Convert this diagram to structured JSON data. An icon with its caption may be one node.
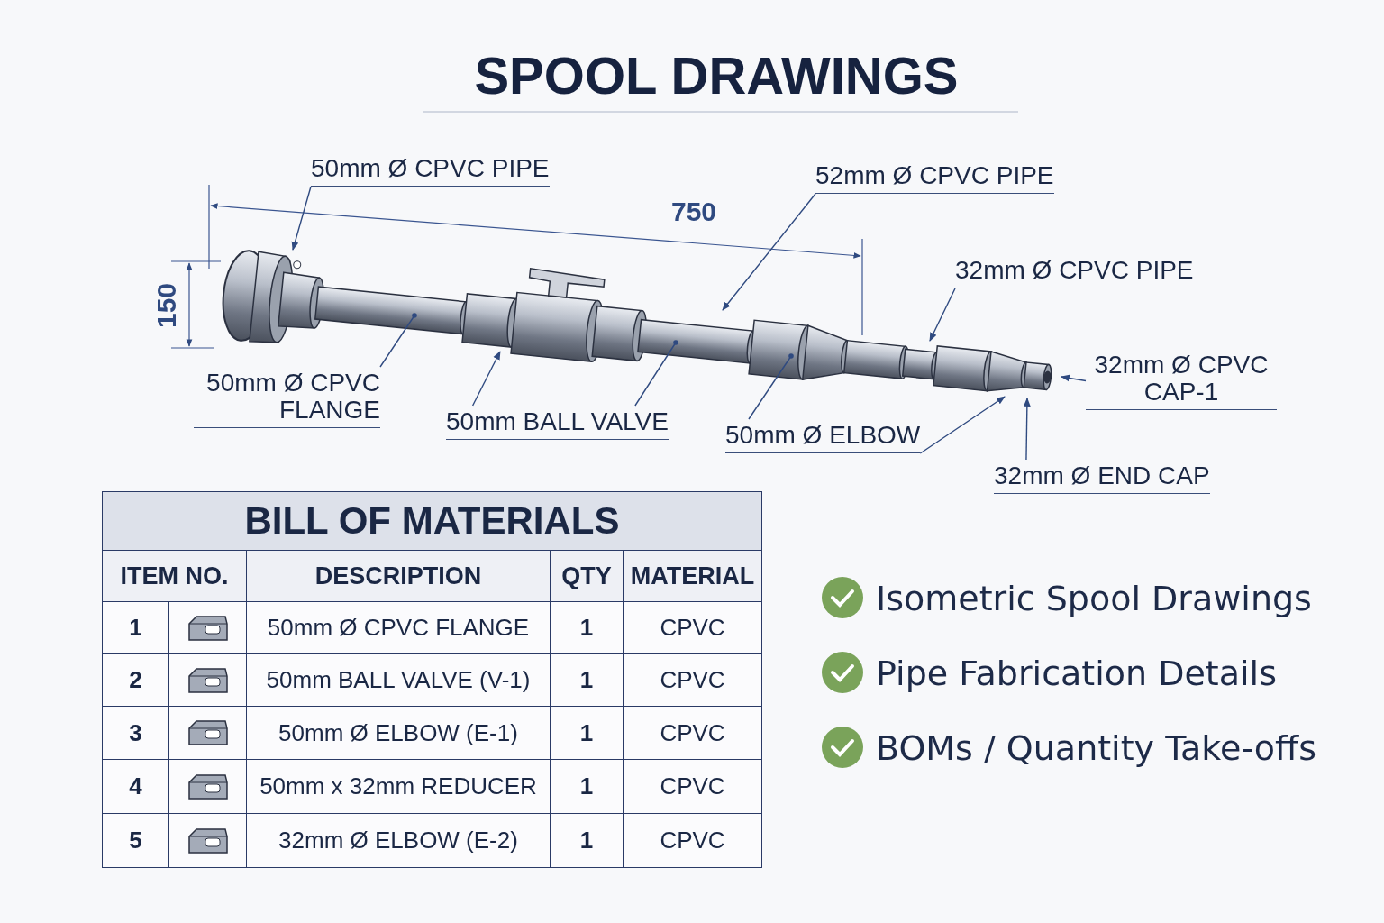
{
  "diagram": {
    "title": "SPOOL DRAWINGS",
    "nodes": [
      {
        "text": [
          "50mm Ø CPVC PIPE"
        ]
      },
      {
        "text": [
          "52mm Ø CPVC PIPE"
        ]
      },
      {
        "text": [
          "32mm Ø CPVC PIPE"
        ]
      },
      {
        "text": [
          "32mm Ø CPVC CAP-1"
        ]
      },
      {
        "text": [
          "50mm Ø CPVC FLANGE"
        ]
      },
      {
        "text": [
          "50mm BALL VALVE"
        ]
      },
      {
        "text": [
          "50mm Ø ELBOW"
        ]
      },
      {
        "text": [
          "32mm Ø END CAP"
        ]
      }
    ],
    "edges": [
      {
        "from": 0,
        "to": null,
        "arrow": "to"
      },
      {
        "from": 1,
        "to": null,
        "arrow": "to"
      },
      {
        "from": 2,
        "to": null,
        "arrow": "to"
      },
      {
        "from": 3,
        "to": null,
        "arrow": "to"
      },
      {
        "from": 4,
        "to": null,
        "arrow": "other"
      },
      {
        "from": 5,
        "to": null,
        "arrow": "to"
      },
      {
        "from": 5,
        "to": null,
        "arrow": "other"
      },
      {
        "from": 6,
        "to": null,
        "arrow": "other"
      },
      {
        "from": 6,
        "to": null,
        "arrow": "to"
      },
      {
        "from": 7,
        "to": null,
        "arrow": "to"
      }
    ],
    "labels": [
      "750",
      "150",
      "BILL OF MATERIALS",
      "ITEM NO.",
      "DESCRIPTION",
      "QTY",
      "MATERIAL",
      "1",
      "50mm Ø CPVC FLANGE",
      "1",
      "CPVC",
      "2",
      "50mm BALL VALVE (V-1)",
      "1",
      "CPVC",
      "3",
      "50mm Ø ELBOW (E-1)",
      "1",
      "CPVC",
      "4",
      "50mm x 32mm REDUCER",
      "1",
      "CPVC",
      "5",
      "32mm Ø ELBOW (E-2)",
      "1",
      "CPVC",
      "Isometric Spool Drawings",
      "Pipe Fabrication Details",
      "BOMs / Quantity Take-offs"
    ]
  }
}
